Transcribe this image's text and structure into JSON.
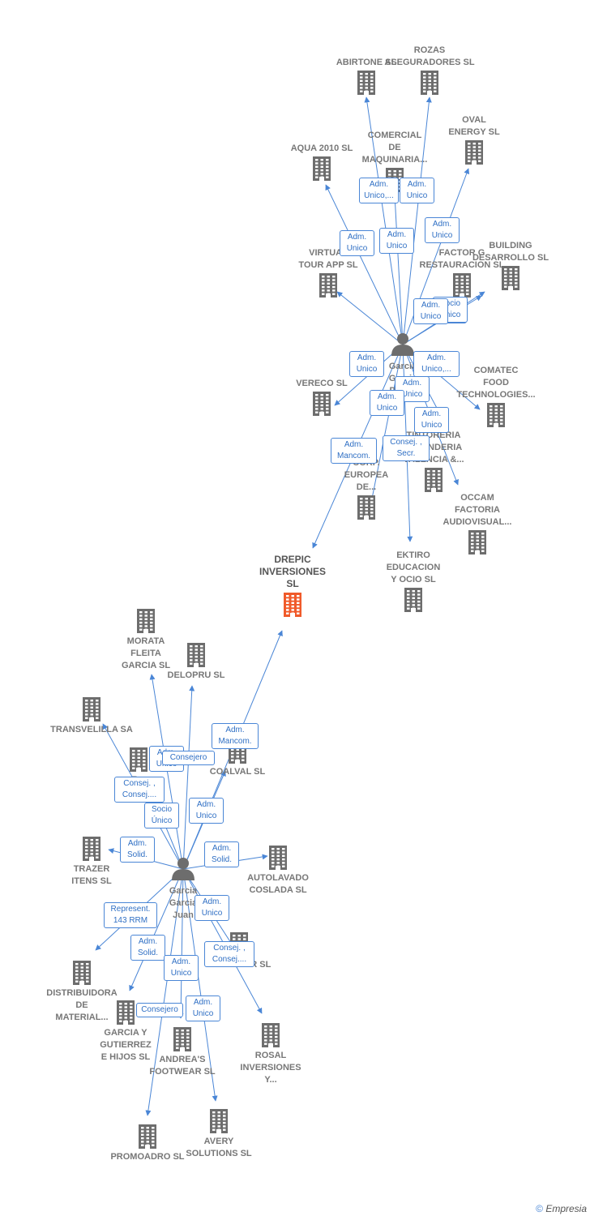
{
  "nodes": [
    {
      "id": "abirtone",
      "label": [
        "ABIRTONE SL"
      ],
      "type": "company"
    },
    {
      "id": "rozas",
      "label": [
        "ROZAS",
        "ASEGURADORES SL"
      ],
      "type": "company"
    },
    {
      "id": "oval",
      "label": [
        "OVAL",
        "ENERGY SL"
      ],
      "type": "company"
    },
    {
      "id": "aqua",
      "label": [
        "AQUA 2010 SL"
      ],
      "type": "company"
    },
    {
      "id": "comercial",
      "label": [
        "COMERCIAL",
        "DE",
        "MAQUINARIA..."
      ],
      "type": "company"
    },
    {
      "id": "virtual",
      "label": [
        "VIRTUAL",
        "TOUR APP SL"
      ],
      "type": "company"
    },
    {
      "id": "factor",
      "label": [
        "FACTOR G",
        "RESTAURACION SL"
      ],
      "type": "company"
    },
    {
      "id": "building",
      "label": [
        "BUILDING",
        "DESARROLLO SL"
      ],
      "type": "company"
    },
    {
      "id": "vereco",
      "label": [
        "VERECO SL"
      ],
      "type": "company"
    },
    {
      "id": "comatec",
      "label": [
        "COMATEC",
        "FOOD",
        "TECHNOLOGIES..."
      ],
      "type": "company"
    },
    {
      "id": "tintoreria",
      "label": [
        "TINTORERIA",
        "LAVANDERIA",
        "VALENCIA &..."
      ],
      "type": "company"
    },
    {
      "id": "europea",
      "label": [
        "CORP.",
        "EUROPEA",
        "DE..."
      ],
      "type": "company"
    },
    {
      "id": "occam",
      "label": [
        "OCCAM",
        "FACTORIA",
        "AUDIOVISUAL..."
      ],
      "type": "company"
    },
    {
      "id": "ektiro",
      "label": [
        "EKTIRO",
        "EDUCACION",
        "Y OCIO SL"
      ],
      "type": "company"
    },
    {
      "id": "drepic",
      "label": [
        "DREPIC",
        "INVERSIONES",
        "SL"
      ],
      "type": "focus"
    },
    {
      "id": "daniel",
      "label": [
        "Garcia",
        "Garcia",
        "Daniel"
      ],
      "type": "person"
    },
    {
      "id": "morata",
      "label": [
        "MORATA",
        "FLEITA",
        "GARCIA SL"
      ],
      "type": "company"
    },
    {
      "id": "delopru",
      "label": [
        "DELOPRU SL"
      ],
      "type": "company"
    },
    {
      "id": "transvelilla",
      "label": [
        "TRANSVELILLA SA"
      ],
      "type": "company"
    },
    {
      "id": "rsl",
      "label": [
        "R..."
      ],
      "type": "company"
    },
    {
      "id": "coalval",
      "label": [
        "COALVAL SL"
      ],
      "type": "company"
    },
    {
      "id": "trazer",
      "label": [
        "TRAZER",
        "ITENS SL"
      ],
      "type": "company"
    },
    {
      "id": "autolavado",
      "label": [
        "AUTOLAVADO",
        "COSLADA SL"
      ],
      "type": "company"
    },
    {
      "id": "juan",
      "label": [
        "Garcia",
        "Garcia",
        "Juan"
      ],
      "type": "person"
    },
    {
      "id": "distribuidora",
      "label": [
        "DISTRIBUIDORA",
        "DE",
        "MATERIAL..."
      ],
      "type": "company"
    },
    {
      "id": "carvular",
      "label": [
        "CARVULAR SL"
      ],
      "type": "company"
    },
    {
      "id": "gyg",
      "label": [
        "GARCIA Y",
        "GUTIERREZ",
        "E HIJOS SL"
      ],
      "type": "company"
    },
    {
      "id": "andreas",
      "label": [
        "ANDREA'S",
        "FOOTWEAR SL"
      ],
      "type": "company"
    },
    {
      "id": "rosal",
      "label": [
        "ROSAL",
        "INVERSIONES",
        "Y..."
      ],
      "type": "company"
    },
    {
      "id": "promoadro",
      "label": [
        "PROMOADRO SL"
      ],
      "type": "company"
    },
    {
      "id": "avery",
      "label": [
        "AVERY",
        "SOLUTIONS SL"
      ],
      "type": "company"
    }
  ],
  "edges": [
    {
      "from": "daniel",
      "to": "abirtone",
      "role": "Adm.\nUnico,..."
    },
    {
      "from": "daniel",
      "to": "rozas",
      "role": "Adm.\nUnico"
    },
    {
      "from": "daniel",
      "to": "comercial",
      "role": "Adm.\nUnico"
    },
    {
      "from": "daniel",
      "to": "oval",
      "role": "Adm.\nUnico"
    },
    {
      "from": "daniel",
      "to": "aqua",
      "role": "Adm.\nUnico"
    },
    {
      "from": "daniel",
      "to": "virtual",
      "role": "Adm.\nUnico"
    },
    {
      "from": "daniel",
      "to": "factor",
      "role": "Socio\nÚnico"
    },
    {
      "from": "daniel",
      "to": "building",
      "role": "Adm.\nUnico"
    },
    {
      "from": "daniel",
      "to": "vereco",
      "role": "Adm.\nUnico"
    },
    {
      "from": "daniel",
      "to": "comatec",
      "role": "Adm.\nUnico,..."
    },
    {
      "from": "daniel",
      "to": "tintoreria",
      "role": "Adm.\nUnico"
    },
    {
      "from": "daniel",
      "to": "europea",
      "role": "Adm.\nUnico"
    },
    {
      "from": "daniel",
      "to": "occam",
      "role": "Adm.\nUnico"
    },
    {
      "from": "daniel",
      "to": "drepic",
      "role": "Adm.\nMancom."
    },
    {
      "from": "daniel",
      "to": "ektiro",
      "role": "Consej. ,\nSecr."
    },
    {
      "from": "juan",
      "to": "drepic",
      "role": "Adm.\nMancom."
    },
    {
      "from": "juan",
      "to": "morata",
      "role": "Adm.\nUnico"
    },
    {
      "from": "juan",
      "to": "delopru",
      "role": "Consejero"
    },
    {
      "from": "juan",
      "to": "transvelilla",
      "role": "Consej. ,\nConsej...."
    },
    {
      "from": "juan",
      "to": "rsl",
      "role": "Socio\nÚnico"
    },
    {
      "from": "juan",
      "to": "coalval",
      "role": "Adm.\nUnico"
    },
    {
      "from": "juan",
      "to": "trazer",
      "role": "Adm.\nSolid."
    },
    {
      "from": "juan",
      "to": "autolavado",
      "role": "Adm.\nSolid."
    },
    {
      "from": "juan",
      "to": "distribuidora",
      "role": "Represent.\n143 RRM"
    },
    {
      "from": "juan",
      "to": "carvular",
      "role": "Adm.\nUnico"
    },
    {
      "from": "juan",
      "to": "gyg",
      "role": "Adm.\nSolid."
    },
    {
      "from": "juan",
      "to": "andreas",
      "role": "Adm.\nUnico"
    },
    {
      "from": "juan",
      "to": "rosal",
      "role": "Consej. ,\nConsej...."
    },
    {
      "from": "juan",
      "to": "promoadro",
      "role": "Consejero"
    },
    {
      "from": "juan",
      "to": "avery",
      "role": "Adm.\nUnico"
    }
  ],
  "colors": {
    "company": "#6d6d6d",
    "focus": "#f05a2a",
    "person": "#6d6d6d",
    "edge": "#4a86d6"
  },
  "footer": {
    "copyright": "©",
    "brand": "Empresia"
  }
}
